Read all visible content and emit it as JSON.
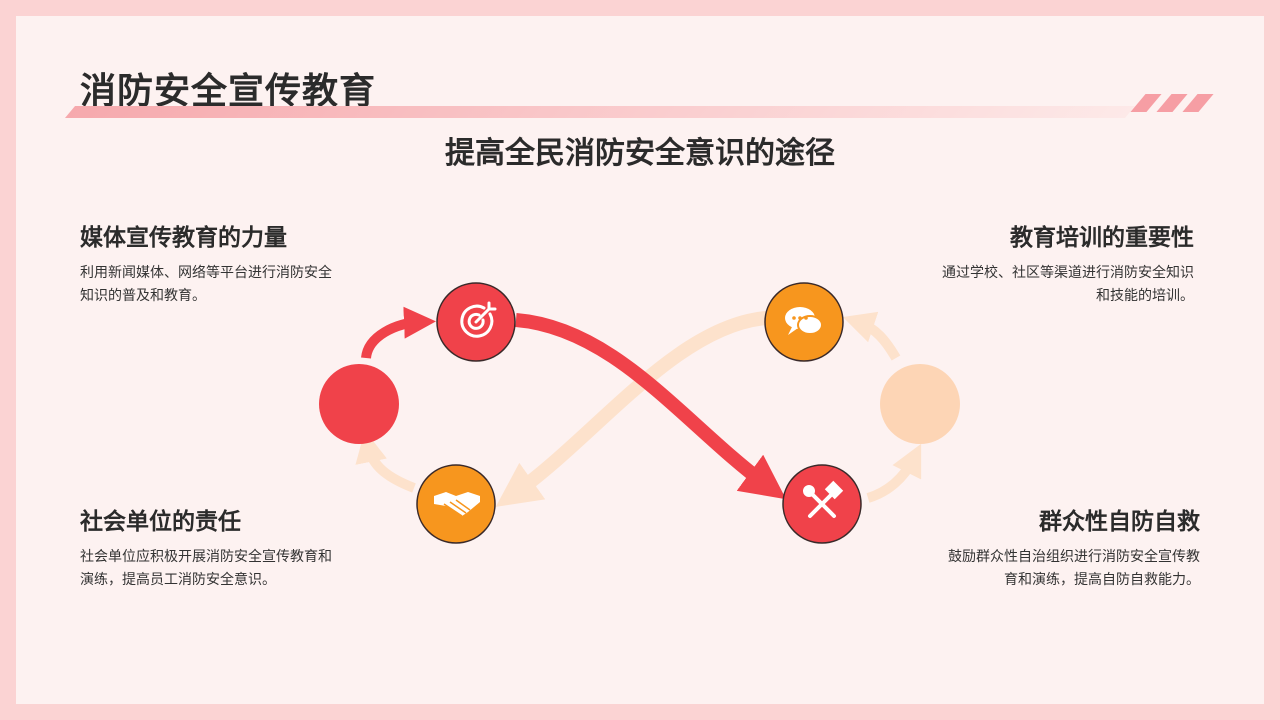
{
  "title": "消防安全宣传教育",
  "subtitle": "提高全民消防安全意识的途径",
  "colors": {
    "red": "#f0424a",
    "orange": "#f7961e",
    "peach": "#fdd5b5",
    "page_bg": "#fdf2f1",
    "frame_bg": "#fbd3d3"
  },
  "items": [
    {
      "title": "媒体宣传教育的力量",
      "text": "利用新闻媒体、网络等平台进行消防安全知识的普及和教育。",
      "icon": "target-icon",
      "color": "#f0424a"
    },
    {
      "title": "教育培训的重要性",
      "text": "通过学校、社区等渠道进行消防安全知识和技能的培训。",
      "icon": "chat-bubbles-icon",
      "color": "#f7961e"
    },
    {
      "title": "社会单位的责任",
      "text": "社会单位应积极开展消防安全宣传教育和演练，提高员工消防安全意识。",
      "icon": "handshake-icon",
      "color": "#f7961e"
    },
    {
      "title": "群众性自防自救",
      "text": "鼓励群众性自治组织进行消防安全宣传教育和演练，提高自防自救能力。",
      "icon": "tools-icon",
      "color": "#f0424a"
    }
  ]
}
